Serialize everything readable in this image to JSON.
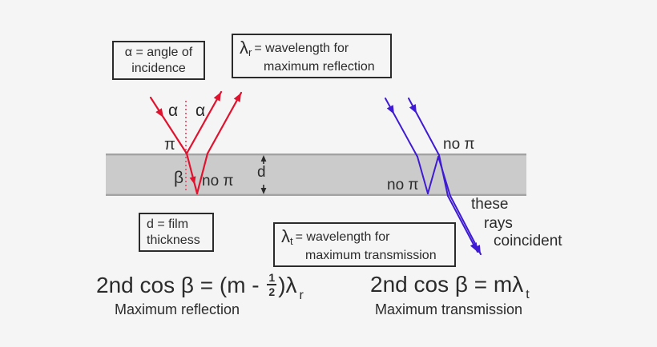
{
  "boxes": {
    "angle_of_incidence": {
      "line1": "α = angle of",
      "line2": "incidence"
    },
    "wavelength_reflection": {
      "symbol": "λ",
      "subscript": "r",
      "rest": "= wavelength for",
      "line2": "maximum reflection"
    },
    "film_thickness": {
      "line1": "d = film",
      "line2": "thickness"
    },
    "wavelength_transmission": {
      "symbol": "λ",
      "subscript": "t",
      "rest": "= wavelength for",
      "line2": "maximum transmission"
    }
  },
  "ray_labels": {
    "alpha_left": "α",
    "alpha_right": "α",
    "pi_shift": "π",
    "beta": "β",
    "no_pi_red": "no π",
    "thickness": "d",
    "no_pi_blue_top": "no π",
    "no_pi_blue_bottom": "no π",
    "coincident": {
      "line1": "these",
      "line2": "rays",
      "line3": "coincident"
    }
  },
  "equations": {
    "reflection": {
      "prefix": "2nd cos β = (m - ",
      "fraction_numerator": "1",
      "fraction_denominator": "2",
      "suffix": ")λ",
      "subscript": "r",
      "caption": "Maximum reflection"
    },
    "transmission": {
      "body": "2nd cos β = mλ",
      "subscript": "t",
      "caption": "Maximum transmission"
    }
  },
  "colors": {
    "reflection_ray_red": "#e0132f",
    "normal_dotted_red": "#e85570",
    "transmission_ray_blue": "#3e1bd2",
    "film_fill": "#cbcbcb",
    "film_edge": "#a2a2a2",
    "background": "#f5f5f5",
    "text": "#2b2b2b"
  }
}
